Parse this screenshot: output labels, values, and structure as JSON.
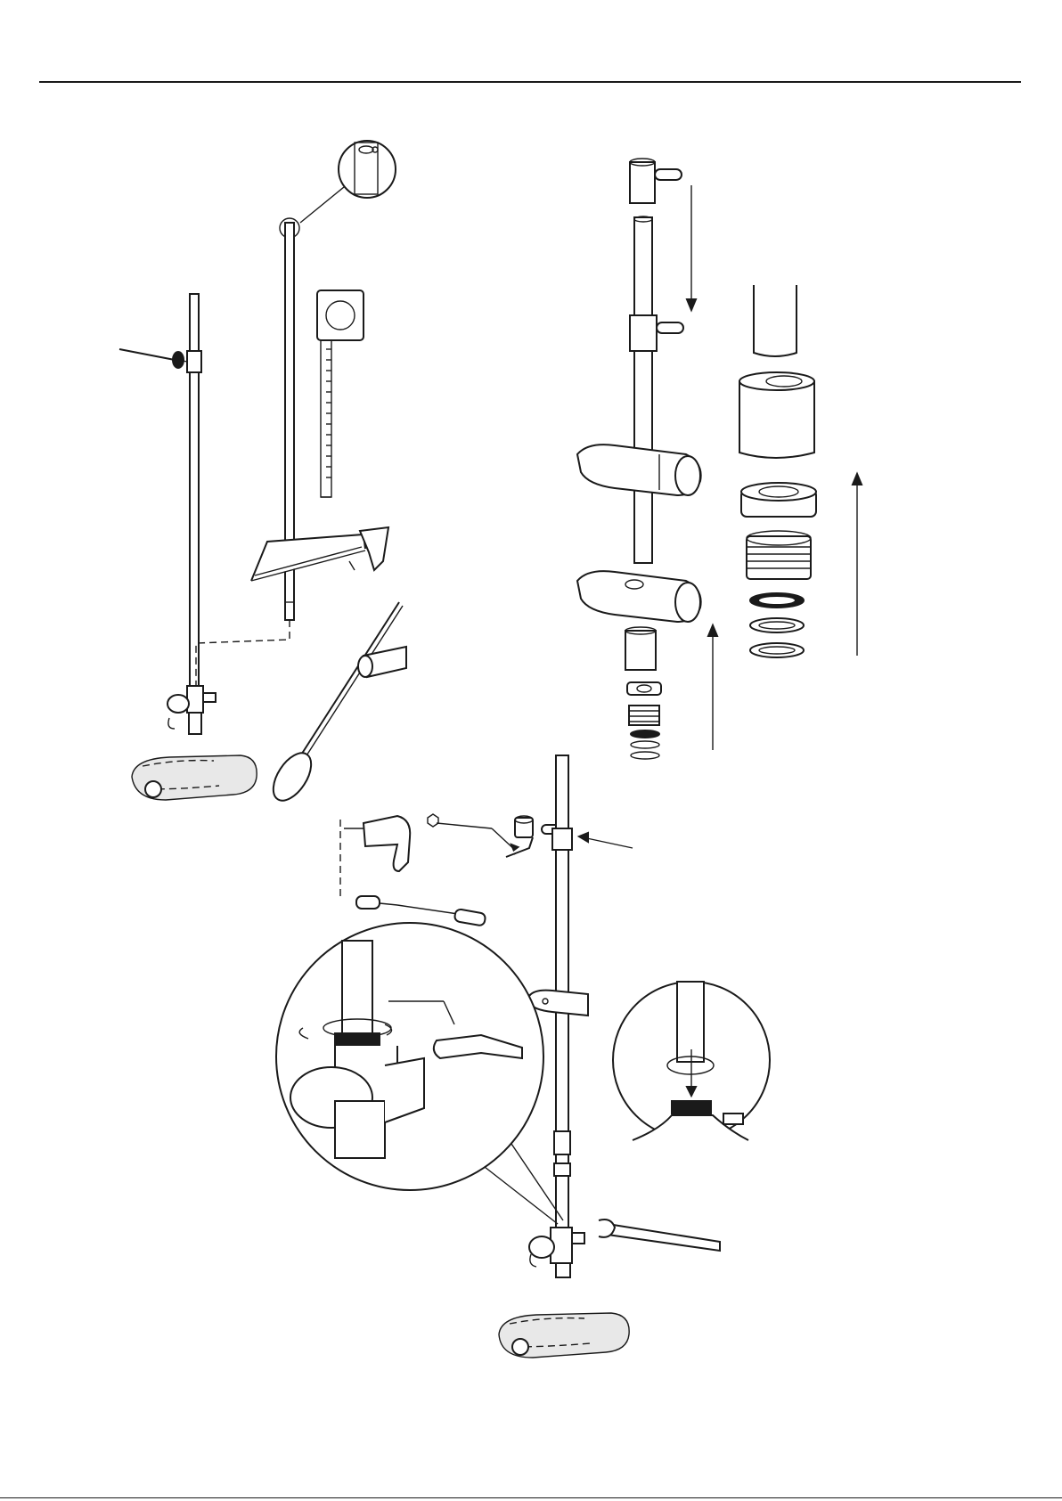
{
  "page": {
    "background": "#ffffff",
    "line_color": "#1a1a1a"
  },
  "figures": [
    {
      "name": "rail-cut-to-length",
      "icons": [
        "rail-icon",
        "tape-measure-icon",
        "hacksaw-icon",
        "screwdriver-icon",
        "mixer-valve-icon",
        "rail-end-detail-icon"
      ]
    },
    {
      "name": "rail-assembly-exploded",
      "icons": [
        "end-bracket-icon",
        "slider-icon",
        "sleeve-icon",
        "nut-icon",
        "o-ring-icon",
        "washer-icon",
        "arrow-icon"
      ]
    },
    {
      "name": "rail-mounting",
      "icons": [
        "drill-icon",
        "wall-plug-icon",
        "allen-key-icon",
        "wrench-icon",
        "magnified-detail-icon"
      ]
    }
  ]
}
